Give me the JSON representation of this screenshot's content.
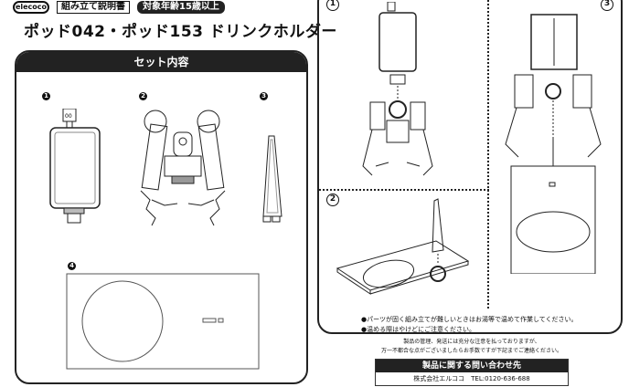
{
  "header": {
    "logo": "elecoco",
    "manual_label": "組み立て説明書",
    "age_badge": "対象年齢15歳以上",
    "title": "ポッド042・ポッド153 ドリンクホルダー"
  },
  "set_contents": {
    "heading": "セット内容",
    "parts": [
      {
        "number": "1",
        "name": "pod-body-container"
      },
      {
        "number": "2",
        "name": "pod-arms-assembly"
      },
      {
        "number": "3",
        "name": "stand-post"
      },
      {
        "number": "4",
        "name": "base-plate"
      }
    ]
  },
  "steps": {
    "items": [
      {
        "number": "1"
      },
      {
        "number": "2"
      },
      {
        "number": "3"
      }
    ],
    "notes": [
      "●パーツが固く組み立てが難しいときはお湯等で温めて作業してください。",
      "●温める際はやけどにご注意ください。"
    ]
  },
  "footer": {
    "line1": "製品の管理、発送には充分な注意を払っておりますが、",
    "line2": "万一不都合な点がございましたらお手数ですが下記までご連絡ください。",
    "contact_heading": "製品に関する問い合わせ先",
    "contact_info": "株式会社エルココ　TEL:0120-636-688"
  },
  "colors": {
    "ink": "#111111",
    "header_bg": "#222222",
    "paper": "#ffffff"
  }
}
